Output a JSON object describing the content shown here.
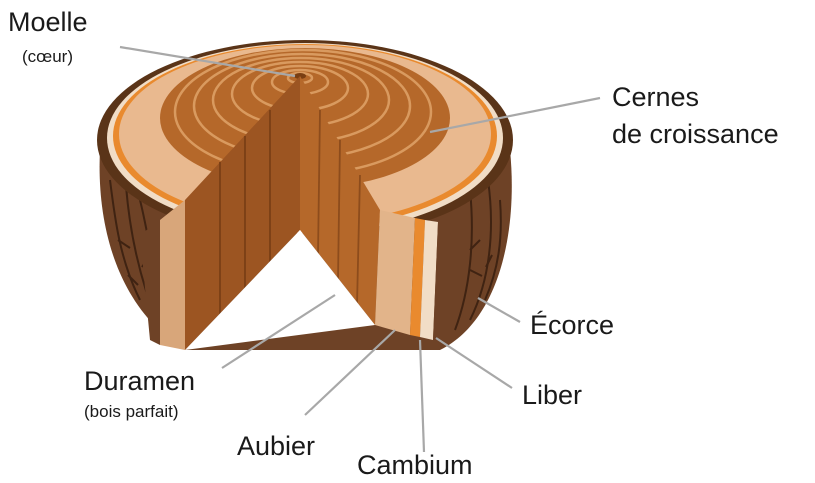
{
  "labels": {
    "moelle": "Moelle",
    "moelle_sub": "(cœur)",
    "cernes_line1": "Cernes",
    "cernes_line2": "de croissance",
    "ecorce": "Écorce",
    "liber": "Liber",
    "cambium": "Cambium",
    "aubier": "Aubier",
    "duramen": "Duramen",
    "duramen_sub": "(bois parfait)"
  },
  "colors": {
    "heartwood": "#b5682a",
    "heartwood_dark": "#8d4c1c",
    "sapwood": "#e9b98f",
    "sapwood_side": "#d8a67a",
    "cambium": "#e98a2e",
    "liber": "#f1ddc6",
    "bark": "#6e4226",
    "bark_dark": "#3f2312",
    "leader": "#a8a8a8"
  }
}
